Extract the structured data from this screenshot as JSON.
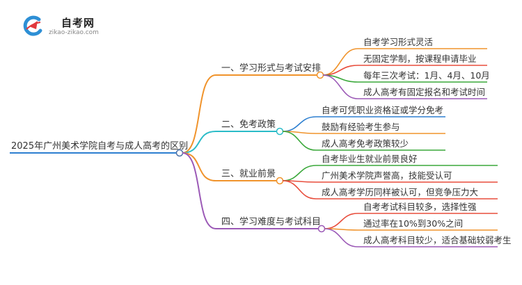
{
  "brand": {
    "name": "自考网",
    "url": "zikao-zikao.com",
    "colors": {
      "red": "#e0393e",
      "blue": "#2d8fd5"
    }
  },
  "mindmap": {
    "root": "2025年广州美术学院自考与成人高考的区别",
    "branches": [
      {
        "label": "一、学习形式与考试安排",
        "color": "#f0932b",
        "children": [
          {
            "label": "自考学习形式灵活",
            "color": "#f0932b"
          },
          {
            "label": "无固定学制，按课程申请毕业",
            "color": "#e84d3c"
          },
          {
            "label": "每年三次考试：1月、4月、10月",
            "color": "#3aa83a"
          },
          {
            "label": "成人高考有固定报名和考试时间",
            "color": "#9b59b6"
          }
        ]
      },
      {
        "label": "二、免考政策",
        "color": "#2bbcc8",
        "children": [
          {
            "label": "自考可凭职业资格证或学分免考",
            "color": "#2d7fd0"
          },
          {
            "label": "鼓励有经验考生参与",
            "color": "#f0932b"
          },
          {
            "label": "成人高考免考政策较少",
            "color": "#3aa83a"
          }
        ]
      },
      {
        "label": "三、就业前景",
        "color": "#f0932b",
        "children": [
          {
            "label": "自考毕业生就业前景良好",
            "color": "#3aa83a"
          },
          {
            "label": "广州美术学院声誉高，技能受认可",
            "color": "#e84d3c"
          },
          {
            "label": "成人高考学历同样被认可，但竞争压力大",
            "color": "#e84d3c"
          }
        ]
      },
      {
        "label": "四、学习难度与考试科目",
        "color": "#9b59b6",
        "children": [
          {
            "label": "自考考试科目较多，选择性强",
            "color": "#e84d3c"
          },
          {
            "label": "通过率在10%到30%之间",
            "color": "#f0932b"
          },
          {
            "label": "成人高考科目较少，适合基础较弱考生",
            "color": "#9b59b6"
          }
        ]
      }
    ]
  }
}
